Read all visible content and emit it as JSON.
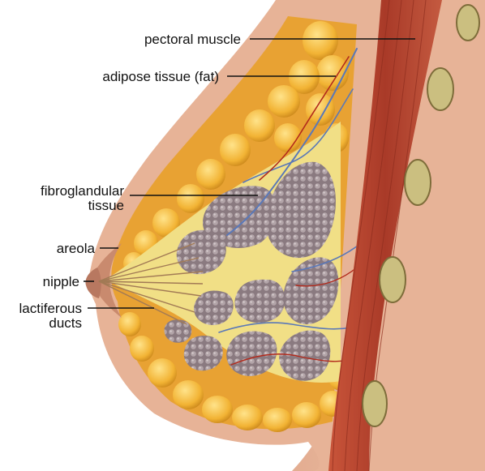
{
  "labels": {
    "pectoral_muscle": "pectoral muscle",
    "adipose_tissue": "adipose tissue (fat)",
    "fibroglandular_line1": "fibroglandular",
    "fibroglandular_line2": "tissue",
    "areola": "areola",
    "nipple": "nipple",
    "lactiferous_line1": "lactiferous",
    "lactiferous_line2": "ducts"
  },
  "colors": {
    "skin": "#e9b9a0",
    "skin_dark": "#d89a7e",
    "muscle": "#b8452f",
    "muscle_light": "#d66a4c",
    "fat": "#f1b43a",
    "fat_light": "#fbd56a",
    "gland": "#8f7f85",
    "connective": "#f3e48c",
    "vein": "#5a78b8",
    "artery": "#b22a1c",
    "rib": "#b9ad70",
    "label_text": "#111111",
    "leader_line": "#111111"
  }
}
